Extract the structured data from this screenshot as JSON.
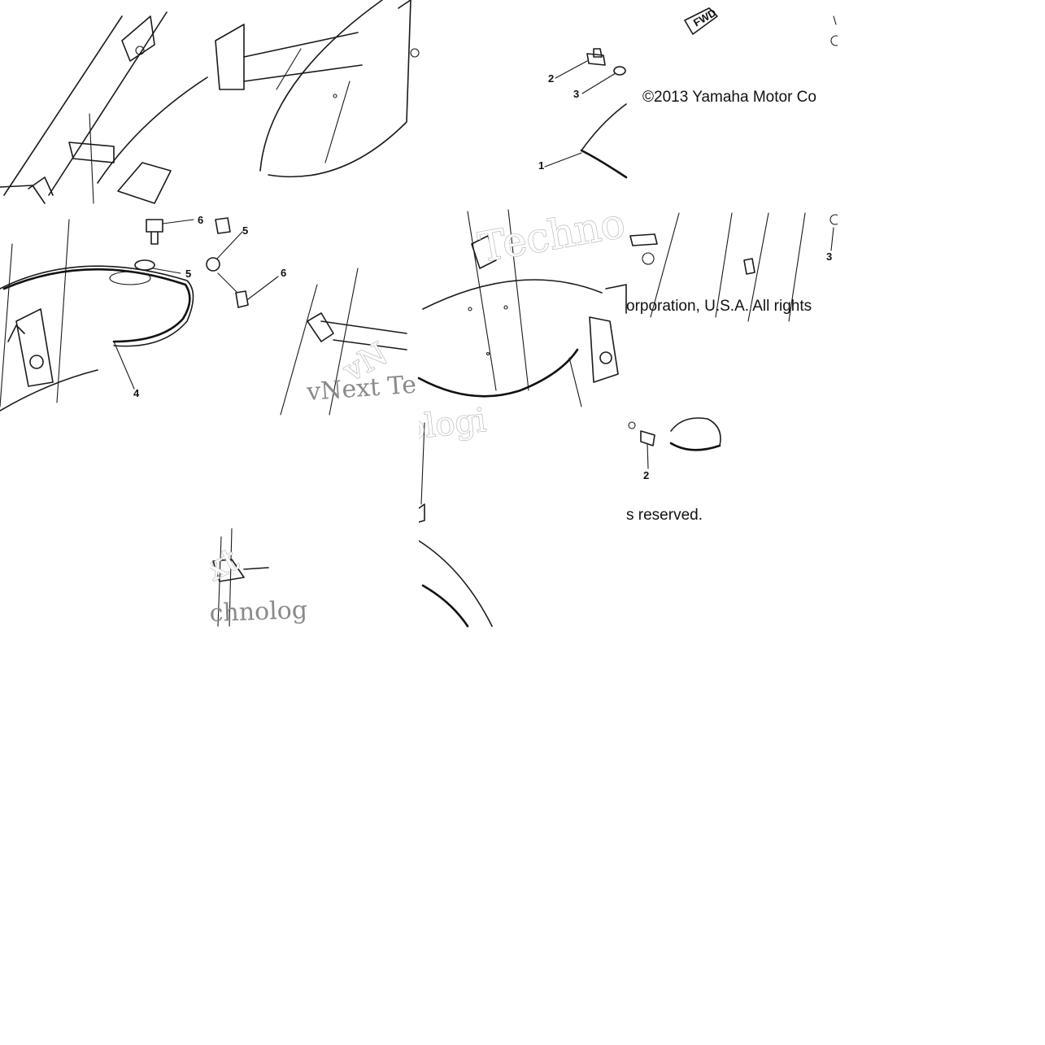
{
  "callouts": [
    "1",
    "2",
    "3",
    "4",
    "5",
    "6"
  ],
  "copyright": {
    "line1": "©2013 Yamaha Motor Co",
    "line2": "orporation, U.S.A. All rights",
    "line3": "s reserved."
  },
  "watermarks": {
    "w1": "Techno",
    "w2": "vNext Te",
    "w3": "ologi",
    "w4": "xt",
    "w5": "chnolog",
    "w6": "vN"
  },
  "fwd_label": "FWD",
  "colors": {
    "ink": "#1a1a1a",
    "paper": "#ffffff",
    "watermark": "#b9b9b9"
  }
}
